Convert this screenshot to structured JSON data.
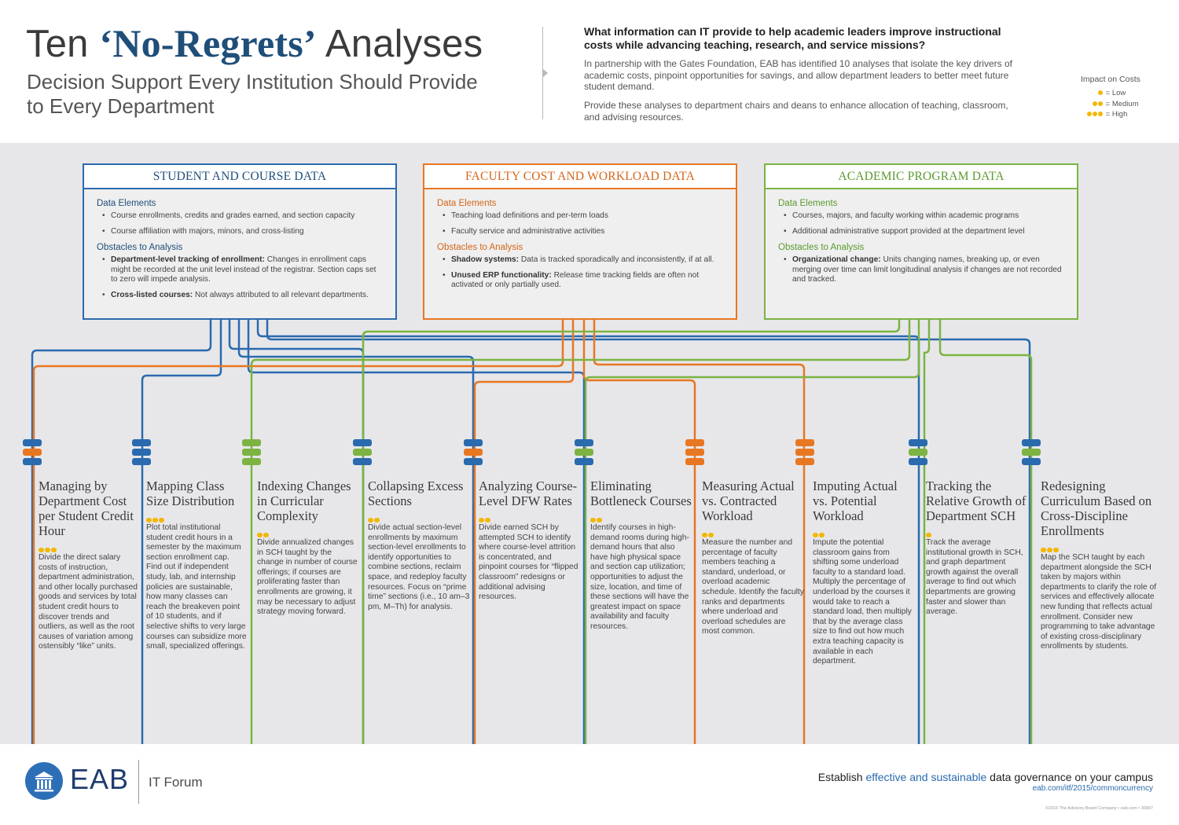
{
  "header": {
    "title_pre": "Ten ",
    "title_emph": "‘No-Regrets’",
    "title_post": " Analyses",
    "subtitle": "Decision Support Every Institution Should Provide to Every Department",
    "question": "What information can IT provide to help academic leaders improve instructional costs while advancing teaching, research, and service missions?",
    "paragraph1": "In partnership with the Gates Foundation, EAB has identified 10 analyses that isolate the key drivers of academic costs, pinpoint opportunities for savings, and allow department leaders to better meet future student demand.",
    "paragraph2": "Provide these analyses to department chairs and deans to enhance allocation of teaching, classroom, and advising resources."
  },
  "legend": {
    "title": "Impact on Costs",
    "low": "= Low",
    "medium": "= Medium",
    "high": "= High"
  },
  "categories": [
    {
      "title": "STUDENT AND COURSE DATA",
      "color": "#2a6aae",
      "data_elements_heading": "Data Elements",
      "data_elements": [
        "Course enrollments, credits and grades earned, and section capacity",
        "Course affiliation with majors, minors, and cross-listing"
      ],
      "obstacles_heading": "Obstacles to Analysis",
      "obstacles": [
        {
          "label": "Department-level tracking of enrollment:",
          "text": " Changes in enrollment caps might be recorded at the unit level instead of the registrar. Section caps set to zero will impede analysis."
        },
        {
          "label": "Cross-listed courses:",
          "text": " Not always attributed to all relevant departments."
        }
      ]
    },
    {
      "title": "FACULTY COST AND WORKLOAD DATA",
      "color": "#e87722",
      "data_elements_heading": "Data Elements",
      "data_elements": [
        "Teaching load definitions and per-term loads",
        "Faculty service and administrative activities"
      ],
      "obstacles_heading": "Obstacles to Analysis",
      "obstacles": [
        {
          "label": "Shadow systems:",
          "text": " Data is tracked sporadically and inconsistently, if at all."
        },
        {
          "label": "Unused ERP functionality:",
          "text": " Release time tracking fields are often not activated or only partially used."
        }
      ]
    },
    {
      "title": "ACADEMIC PROGRAM DATA",
      "color": "#7cb342",
      "data_elements_heading": "Data Elements",
      "data_elements": [
        "Courses, majors, and faculty working within academic programs",
        "Additional administrative support provided at the department level"
      ],
      "obstacles_heading": "Obstacles to Analysis",
      "obstacles": [
        {
          "label": "Organizational change:",
          "text": " Units changing names, breaking up, or even merging over time can limit longitudinal analysis if changes are not recorded and tracked."
        }
      ]
    }
  ],
  "analyses": [
    {
      "title": "Managing by Department Cost per Student Credit Hour",
      "impact": 3,
      "icon_colors": [
        "#2a6aae",
        "#e87722",
        "#2a6aae"
      ],
      "text": "Divide the direct salary costs of instruction, department administration, and other locally purchased goods and services by total student credit hours to discover trends and outliers, as well as the root causes of variation among ostensibly “like” units."
    },
    {
      "title": "Mapping Class Size Distribution",
      "impact": 3,
      "icon_colors": [
        "#2a6aae",
        "#2a6aae",
        "#2a6aae"
      ],
      "text": "Plot total institutional student credit hours in a semester by the maximum section enrollment cap. Find out if independent study, lab, and internship policies are sustainable, how many classes can reach the breakeven point of 10 students, and if selective shifts to very large courses can subsidize more small, specialized offerings."
    },
    {
      "title": "Indexing Changes in Curricular Complexity",
      "impact": 2,
      "icon_colors": [
        "#7cb342",
        "#7cb342",
        "#7cb342"
      ],
      "text": "Divide annualized changes in SCH taught by the change in number of course offerings; if courses are proliferating faster than enrollments are growing, it may be necessary to adjust strategy moving forward."
    },
    {
      "title": "Collapsing Excess Sections",
      "impact": 2,
      "icon_colors": [
        "#2a6aae",
        "#7cb342",
        "#2a6aae"
      ],
      "text": "Divide actual section-level enrollments by maximum section-level enrollments to identify opportunities to combine sections, reclaim space, and redeploy faculty resources. Focus on “prime time” sections (i.e., 10 am–3 pm, M–Th) for analysis."
    },
    {
      "title": "Analyzing Course-Level DFW Rates",
      "impact": 2,
      "icon_colors": [
        "#2a6aae",
        "#e87722",
        "#2a6aae"
      ],
      "text": "Divide earned SCH by attempted SCH to identify where course-level attrition is concentrated, and pinpoint courses for “flipped classroom” redesigns or additional advising resources."
    },
    {
      "title": "Eliminating Bottleneck Courses",
      "impact": 2,
      "icon_colors": [
        "#2a6aae",
        "#7cb342",
        "#2a6aae"
      ],
      "text": "Identify courses in high-demand rooms during high-demand hours that also have high physical space and section cap utilization; opportunities to adjust the size, location, and time of these sections will have the greatest impact on space availability and faculty resources."
    },
    {
      "title": "Measuring Actual vs. Contracted Workload",
      "impact": 2,
      "icon_colors": [
        "#e87722",
        "#e87722",
        "#e87722"
      ],
      "text": "Measure the number and percentage of faculty members teaching a standard, underload, or overload academic schedule. Identify the faculty ranks and departments where underload and overload schedules are most common."
    },
    {
      "title": "Imputing Actual vs. Potential Workload",
      "impact": 2,
      "icon_colors": [
        "#e87722",
        "#e87722",
        "#e87722"
      ],
      "text": "Impute the potential classroom gains from shifting some underload faculty to a standard load. Multiply the percentage of underload by the courses it would take to reach a standard load, then multiply that by the average class size to find out how much extra teaching capacity is available in each department."
    },
    {
      "title": "Tracking the Relative Growth of Department SCH",
      "impact": 1,
      "icon_colors": [
        "#2a6aae",
        "#7cb342",
        "#2a6aae"
      ],
      "text": "Track the average institutional growth in SCH, and graph department growth against the overall average to find out which departments are growing faster and slower than average."
    },
    {
      "title": "Redesigning Curriculum Based on Cross-Discipline Enrollments",
      "impact": 3,
      "icon_colors": [
        "#2a6aae",
        "#7cb342",
        "#2a6aae"
      ],
      "text": "Map the SCH taught by each department alongside the SCH taken by majors within departments to clarify the role of services and effectively allocate new funding that reflects actual enrollment. Consider new programming to take advantage of existing cross-disciplinary enrollments by students."
    }
  ],
  "footer": {
    "logo_text": "EAB",
    "forum": "IT Forum",
    "tagline_pre": "Establish ",
    "tagline_hl": "effective and sustainable",
    "tagline_post": " data governance on your campus",
    "url": "eab.com/itf/2015/commoncurrency",
    "copyright": "©2015 The Advisory Board Company • eab.com • 30667"
  },
  "colors": {
    "blue": "#2a6aae",
    "orange": "#e87722",
    "green": "#7cb342",
    "dot": "#f2b705",
    "navy": "#1f4e79"
  }
}
